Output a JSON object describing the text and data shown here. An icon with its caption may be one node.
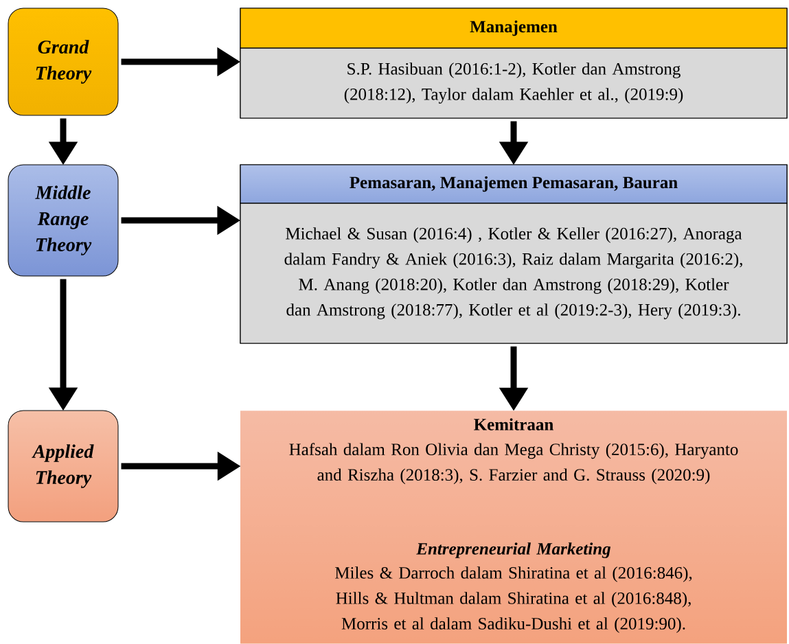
{
  "diagram": {
    "nodes": [
      {
        "text": [
          "Grand Theory"
        ]
      },
      {
        "text": [
          "Manajemen",
          "S.P. Hasibuan (2016:1-2),  Kotler dan Amstrong (2018:12),  Taylor  dalam Kaehler et al., (2019:9)"
        ]
      },
      {
        "text": [
          "Middle Range Theory"
        ]
      },
      {
        "text": [
          "Pemasaran, Manajemen Pemasaran, Bauran",
          "Michael & Susan (2016:4) ,  Kotler & Keller (2016:27), Anoraga dalam Fandry & Aniek (2016:3), Raiz dalam Margarita (2016:2), M. Anang (2018:20),  Kotler dan Amstrong (2018:29), Kotler dan Amstrong (2018:77), Kotler et al  (2019:2-3), Hery (2019:3)."
        ]
      },
      {
        "text": [
          "Applied Theory"
        ]
      },
      {
        "text": [
          "Kemitraan",
          "Hafsah dalam Ron Olivia dan Mega Christy (2015:6), Haryanto and Riszha (2018:3), S. Farzier and G. Strauss (2020:9)",
          "Entrepreneurial Marketing",
          "Miles & Darroch dalam Shiratina et al (2016:846), Hills & Hultman dalam Shiratina et al  (2016:848), Morris et al dalam Sadiku-Dushi et al (2019:90)."
        ]
      }
    ],
    "edges": [
      {
        "from": 0,
        "to": 1,
        "arrow": "to"
      },
      {
        "from": 0,
        "to": 2,
        "arrow": "to"
      },
      {
        "from": 1,
        "to": 3,
        "arrow": "to"
      },
      {
        "from": 2,
        "to": 3,
        "arrow": "to"
      },
      {
        "from": 2,
        "to": 4,
        "arrow": "to"
      },
      {
        "from": 3,
        "to": 5,
        "arrow": "to"
      },
      {
        "from": 4,
        "to": 5,
        "arrow": "to"
      }
    ]
  }
}
